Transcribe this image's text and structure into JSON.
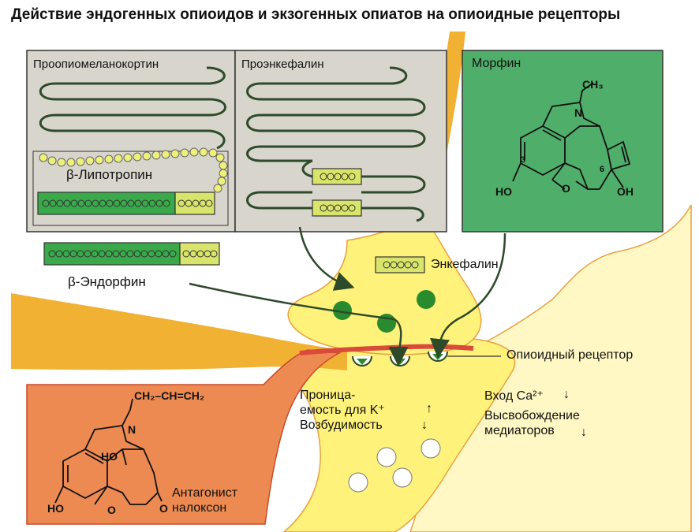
{
  "title": "Действие эндогенных опиоидов и экзогенных опиатов на опиоидные рецепторы",
  "labels": {
    "pomc": "Проопиомеланокортин",
    "proenkephalin": "Проэнкефалин",
    "morphine": "Морфин",
    "lipotropin": "β-Липотропин",
    "endorphin": "β-Эндорфин",
    "enkephalin": "Энкефалин",
    "receptor": "Опиоидный рецептор",
    "permeability": "Проница-\nемость для K⁺",
    "excitability": "Возбудимость",
    "calcium_entry": "Вход Ca²⁺",
    "mediator_release": "Высвобождение\nмедиаторов",
    "antagonist": "Антагонист\nналоксон"
  },
  "arrows": {
    "permeability": "↑",
    "excitability": "↓",
    "calcium_entry": "↓",
    "mediator_release": "↓"
  },
  "chem": {
    "morphine": {
      "ch3": "CH₃",
      "n": "N",
      "ho": "HO",
      "oh": "OH",
      "o": "O",
      "pos3": "3",
      "pos6": "6"
    },
    "naloxone": {
      "allyl": "CH₂–CH=CH₂",
      "n": "N",
      "ho_left": "HO",
      "ho_top": "HO",
      "o_ring": "O",
      "o_keto": "O"
    }
  },
  "colors": {
    "background": "#ffffff",
    "panel_gray": "#d8d6cc",
    "panel_green": "#4fae6a",
    "peptide_green": "#39a94a",
    "peptide_light": "#d9e56a",
    "bead_yellow": "#eef07a",
    "vesicle_green": "#2a8a2e",
    "neuron_yellow": "#fff27a",
    "axon_orange": "#f1b233",
    "antagonist_orange": "#ec8a52",
    "receptor_red": "#d84a3a",
    "chain_dark": "#2d4a2a"
  }
}
